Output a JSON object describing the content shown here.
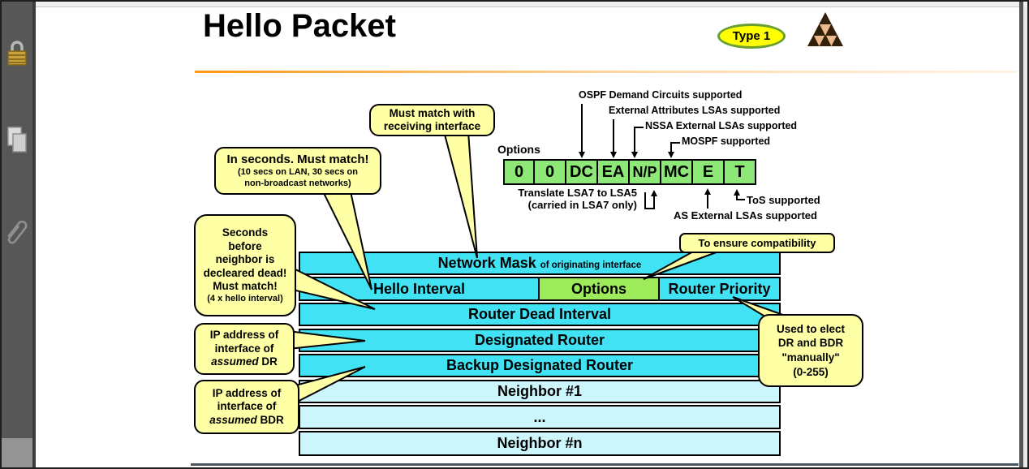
{
  "viewer": {
    "sidebar_icons": [
      {
        "name": "lock-icon"
      },
      {
        "name": "copy-pages-icon"
      },
      {
        "name": "paperclip-icon"
      }
    ]
  },
  "slide": {
    "title": "Hello Packet",
    "badge": "Type 1",
    "options_diagram": {
      "label": "Options",
      "top_labels": [
        "OSPF Demand Circuits supported",
        "External Attributes LSAs supported",
        "NSSA External LSAs supported",
        "MOSPF supported"
      ],
      "cells": [
        "0",
        "0",
        "DC",
        "EA",
        "N/P",
        "MC",
        "E",
        "T"
      ],
      "bottom_labels": {
        "translate_l1": "Translate LSA7 to LSA5",
        "translate_l2": "(carried in LSA7 only)",
        "tos": "ToS supported",
        "as_external": "AS External LSAs supported"
      }
    },
    "packet": {
      "network_mask_main": "Network Mask",
      "network_mask_sub": "of originating interface",
      "hello_interval": "Hello Interval",
      "options": "Options",
      "router_priority": "Router Priority",
      "router_dead": "Router Dead Interval",
      "designated_router": "Designated Router",
      "backup_designated_router": "Backup Designated Router",
      "neighbor1": "Neighbor #1",
      "dots": "...",
      "neighbor_n": "Neighbor #n"
    },
    "callouts": {
      "receiving": {
        "l1": "Must match with",
        "l2": "receiving interface"
      },
      "in_seconds": {
        "l1": "In seconds.  Must match!",
        "l2": "(10 secs on LAN, 30 secs on",
        "l3": "non-broadcast networks)"
      },
      "dead": {
        "l1": "Seconds",
        "l2": "before",
        "l3": "neighbor is",
        "l4": "decleared dead!",
        "l5": "Must match!",
        "l6": "(4 x hello interval)"
      },
      "dr": {
        "l1": "IP address of",
        "l2": "interface of",
        "l3_italic": "assumed",
        "l3_rest": " DR"
      },
      "bdr": {
        "l1": "IP address of",
        "l2": "interface of",
        "l3_italic": "assumed",
        "l3_rest": " BDR"
      },
      "ensure": {
        "l1": "To ensure compatibility"
      },
      "elect": {
        "l1": "Used to elect",
        "l2": "DR and BDR",
        "l3": "\"manually\"",
        "l4": "(0-255)"
      }
    },
    "colors": {
      "row_cyan": "#41e2f4",
      "row_pale_cyan": "#cdf5fc",
      "options_green": "#9deb5b",
      "bit_box_green": "#8ee878",
      "callout_yellow": "#ffffa6",
      "badge_yellow": "#ffff00",
      "badge_border_green": "#6a9e33",
      "title_rule_orange": "#ff9715",
      "footer_rule": "#49555f"
    }
  }
}
